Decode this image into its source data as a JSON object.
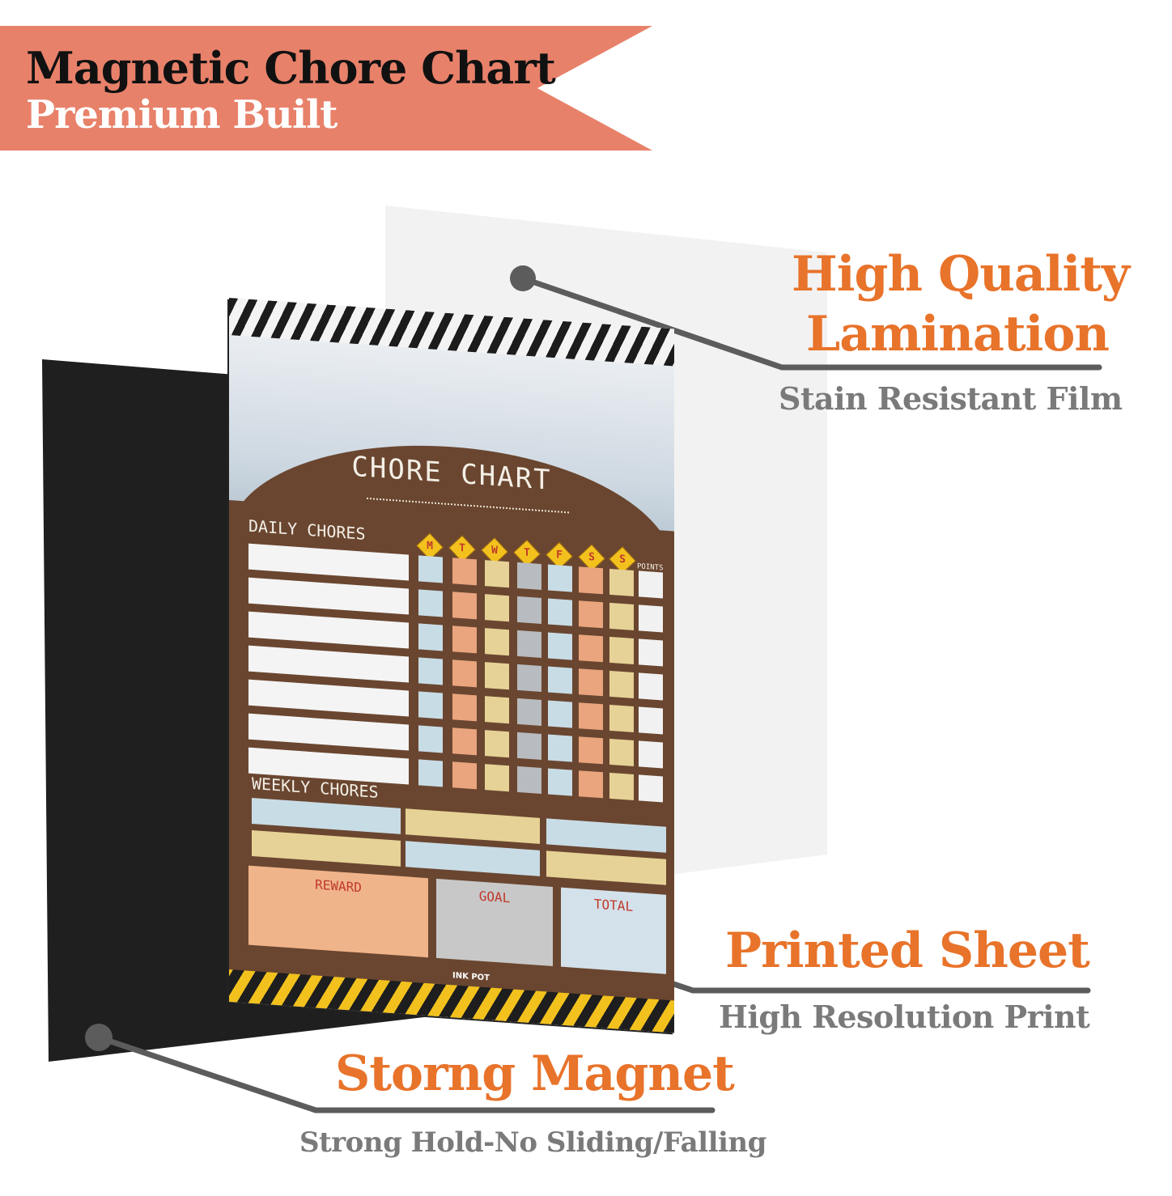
{
  "banner": {
    "title": "Magnetic Chore Chart",
    "subtitle": "Premium Built",
    "color": "#e8816a"
  },
  "callouts": [
    {
      "title": "High Quality",
      "title2": "Lamination",
      "subtitle": "Stain Resistant Film"
    },
    {
      "title": "Printed Sheet",
      "subtitle": "High Resolution Print"
    },
    {
      "title": "Storng Magnet",
      "subtitle": "Strong Hold-No Sliding/Falling"
    }
  ],
  "product": {
    "chart_title": "CHORE CHART",
    "daily_label": "DAILY CHORES",
    "weekly_label": "WEEKLY CHORES",
    "days": [
      "M",
      "T",
      "W",
      "T",
      "F",
      "S",
      "S"
    ],
    "points_label": "POINTS",
    "reward_label": "REWARD",
    "goal_label": "GOAL",
    "total_label": "TOTAL",
    "brand": "INK POT"
  },
  "colors": {
    "accent": "#e8732a",
    "subtext": "#7a7a7a",
    "board_brown": "#6a4630",
    "magnet": "#1f1f1f"
  }
}
